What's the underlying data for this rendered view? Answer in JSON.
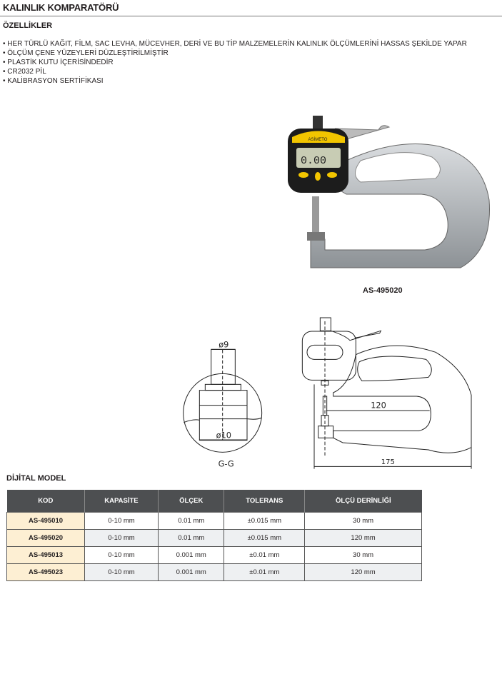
{
  "title": "KALINLIK KOMPARATÖRÜ",
  "features_heading": "ÖZELLİKLER",
  "features": [
    "•  HER TÜRLÜ KAĞIT, FİLM, SAC LEVHA, MÜCEVHER, DERİ VE BU TİP MALZEMELERİN KALINLIK ÖLÇÜMLERİNİ HASSAS ŞEKİLDE YAPAR",
    "•  ÖLÇÜM ÇENE YÜZEYLERİ DÜZLEŞTİRİLMİŞTİR",
    "•  PLASTİK KUTU İÇERİSİNDEDİR",
    "• CR2032 PİL",
    "• KALİBRASYON SERTİFİKASI"
  ],
  "product": {
    "caption": "AS-495020",
    "display": "0.00",
    "brand": "ASİMETO"
  },
  "drawing": {
    "d9": "ø9",
    "d10": "ø10",
    "section": "G-G",
    "depth": "120",
    "length": "175"
  },
  "table_heading": "DİJİTAL MODEL",
  "table": {
    "headers": [
      "KOD",
      "KAPASİTE",
      "ÖLÇEK",
      "TOLERANS",
      "ÖLÇÜ DERİNLİĞİ"
    ],
    "rows": [
      [
        "AS-495010",
        "0-10 mm",
        "0.01 mm",
        "±0.015 mm",
        "30 mm"
      ],
      [
        "AS-495020",
        "0-10 mm",
        "0.01 mm",
        "±0.015 mm",
        "120 mm"
      ],
      [
        "AS-495013",
        "0-10 mm",
        "0.001 mm",
        "±0.01 mm",
        "30 mm"
      ],
      [
        "AS-495023",
        "0-10 mm",
        "0.001 mm",
        "±0.01 mm",
        "120 mm"
      ]
    ]
  },
  "colors": {
    "header_bg": "#4d4f51",
    "code_bg": "#fdefd3",
    "accent_yellow": "#f2c500"
  }
}
